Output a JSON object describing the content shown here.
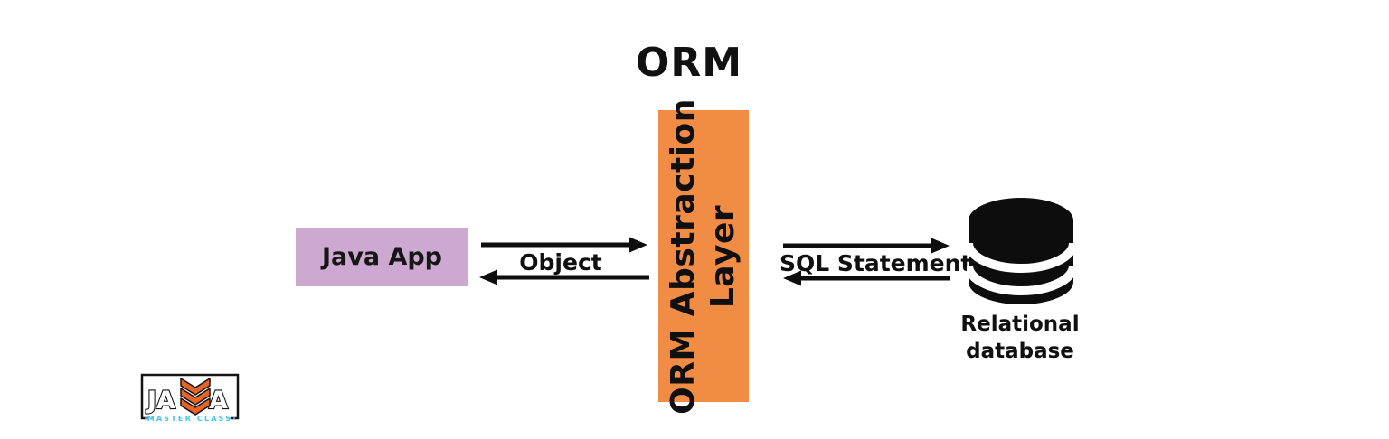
{
  "title": "ORM",
  "nodes": {
    "java_app": {
      "label": "Java App",
      "color": "#cda8d0"
    },
    "orm_layer": {
      "label_line1": "ORM Abstraction",
      "label_line2": "Layer",
      "color": "#f18c44"
    },
    "database": {
      "label_line1": "Relational",
      "label_line2": "database",
      "icon": "database-icon",
      "color": "#0d0d0d"
    }
  },
  "connections": {
    "object": {
      "label": "Object",
      "direction": "bidirectional"
    },
    "sql_statement": {
      "label": "SQL Statement",
      "direction": "bidirectional"
    }
  },
  "logo": {
    "text_prefix": "JA",
    "text_suffix": "A",
    "subtitle": "MASTER CLASS",
    "chevron_icon": "triple-chevron-down-icon",
    "colors": {
      "chevron": "#e66425",
      "subtitle": "#45c4e8",
      "frame": "#141414"
    }
  }
}
